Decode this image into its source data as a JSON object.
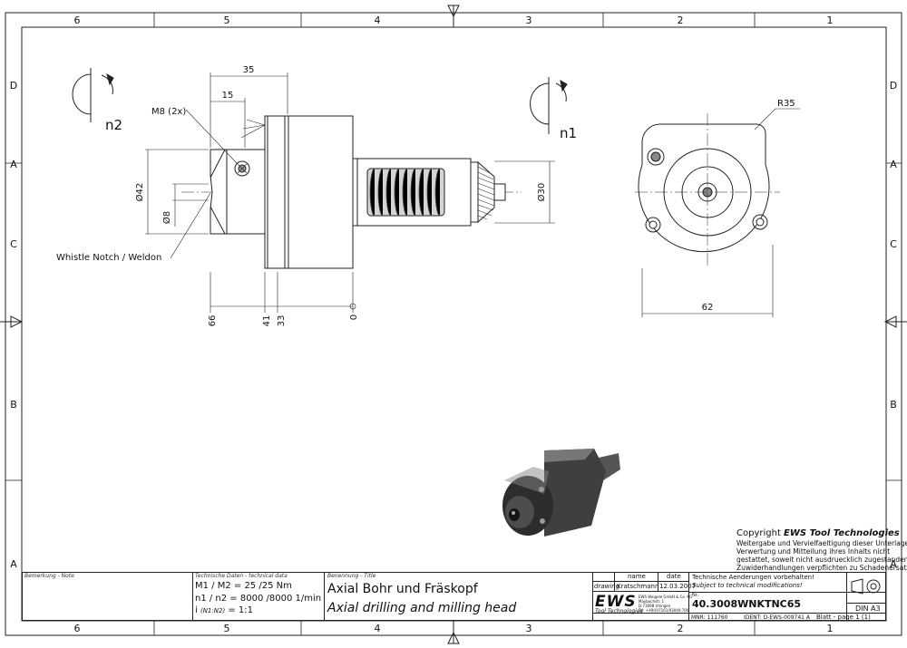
{
  "frame": {
    "col_labels": [
      "6",
      "5",
      "4",
      "3",
      "2",
      "1"
    ],
    "row_labels": [
      "D",
      "A",
      "C",
      "B",
      "A"
    ]
  },
  "dims": {
    "d35": "35",
    "d15": "15",
    "thread": "M8 (2x)",
    "dia42": "Ø42",
    "dia8": "Ø8",
    "dia30": "Ø30",
    "p66": "66",
    "p41": "41",
    "p33": "33",
    "p0": "0",
    "r35": "R35",
    "w62": "62",
    "n1": "n1",
    "n2": "n2",
    "notch": "Whistle Notch / Weldon"
  },
  "copyright": {
    "title_prefix": "Copyright ",
    "brand": "EWS Tool Technologies",
    "lines": [
      "Weitergabe und Vervielfaeltigung dieser Unterlage,",
      "Verwertung und Mitteilung ihres Inhalts nicht",
      "gestattet, soweit nicht ausdruecklich zugestanden.",
      "Zuwiderhandlungen verpflichten zu Schadenersatz."
    ]
  },
  "title_block": {
    "note_label": "Bemerkung - Note",
    "tech_label": "Technische Daten - technical data",
    "tech_line1": "M1 / M2 = 25  /25  Nm",
    "tech_line2": "n1 / n2 = 8000 /8000  1/min",
    "tech_line3_a": "i",
    "tech_line3_b": "(N1:N2)",
    "tech_line3_c": "= 1:1",
    "title_label": "Benennung - Title",
    "title_de": "Axial Bohr und Fräskopf",
    "title_en": "Axial drilling and milling head",
    "col_name": "name",
    "col_date": "date",
    "row_drawing": "drawing",
    "drawer": "Kratschmann",
    "date": "12.03.2007",
    "logo": "EWS",
    "logo_sub": "Tool Technologies",
    "company": "EWS Weigele GmbH & Co. KG",
    "addr1": "Maybachstr. 1",
    "addr2": "D-73098 Uhingen",
    "tel": "Tel: +49(0)7161/93040-700",
    "change_de": "Technische Aenderungen vorbehalten!",
    "change_en": "Subject to technical modifications!",
    "nr_label": "Nr.",
    "part_no": "40.3008WNKTNC65",
    "mnr": "MNR: 111760",
    "ident": "IDENT: D-EWS-009741 A",
    "page": "Blatt - page  1 (1)",
    "format": "DIN A3"
  }
}
